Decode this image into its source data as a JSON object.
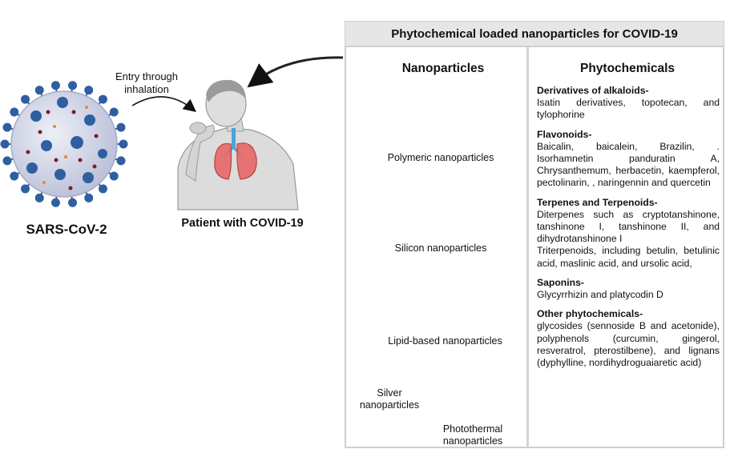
{
  "left": {
    "entry_text": "Entry through\ninhalation",
    "virus_label": "SARS-CoV-2",
    "patient_label": "Patient with COVID-19"
  },
  "panel": {
    "title": "Phytochemical loaded nanoparticles for COVID-19",
    "nanoparticles": {
      "heading": "Nanoparticles",
      "items": [
        "Polymeric nanoparticles",
        "Silicon nanoparticles",
        "Lipid-based nanoparticles",
        "Silver\nnanoparticles",
        "Photothermal\nnanoparticles"
      ]
    },
    "phytochemicals": {
      "heading": "Phytochemicals",
      "categories": [
        {
          "title": "Derivatives of alkaloids-",
          "lines": [
            "Isatin derivatives, topotecan, and tylophorine"
          ]
        },
        {
          "title": "Flavonoids-",
          "lines": [
            "Baicalin, baicalein, Brazilin, . Isorhamnetin panduratin A, Chrysanthemum, herbacetin, kaempferol, pectolinarin, , naringennin and quercetin"
          ]
        },
        {
          "title": "Terpenes and Terpenoids-",
          "lines": [
            "Diterpenes such as cryptotanshinone, tanshinone I, tanshinone II, and dihydrotanshinone I",
            "Triterpenoids, including betulin, betulinic acid, maslinic acid, and ursolic acid,"
          ]
        },
        {
          "title": "Saponins-",
          "lines": [
            "Glycyrrhizin and platycodin D"
          ]
        },
        {
          "title": "Other phytochemicals-",
          "lines": [
            "glycosides (sennoside B and acetonide), polyphenols (curcumin, gingerol, resveratrol, pterostilbene), and lignans (dyphylline, nordihydroguaiaretic acid)"
          ]
        }
      ]
    }
  },
  "colors": {
    "virus_body": "#cfd3e6",
    "spike": "#2f5fa0",
    "lung": "#e76b6b",
    "polymer": "#1f5f86",
    "micelle": "#c83ab3",
    "lipid": "#f2b133",
    "photothermal_glow": "#ff6b6b",
    "arrow": "#222222"
  }
}
